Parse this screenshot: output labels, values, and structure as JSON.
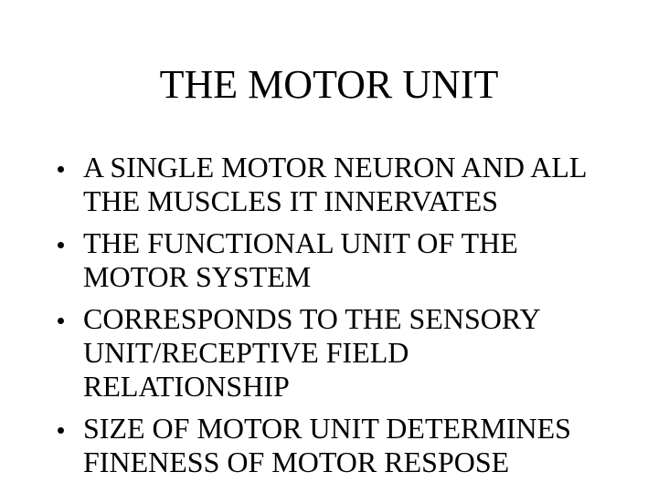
{
  "slide": {
    "title": "THE MOTOR UNIT",
    "bullets": [
      {
        "lines": [
          "A SINGLE MOTOR NEURON AND ALL",
          "THE MUSCLES IT INNERVATES"
        ]
      },
      {
        "lines": [
          "THE FUNCTIONAL UNIT OF THE",
          "MOTOR SYSTEM"
        ]
      },
      {
        "lines": [
          "CORRESPONDS TO THE SENSORY",
          "UNIT/RECEPTIVE FIELD",
          "RELATIONSHIP"
        ]
      },
      {
        "lines": [
          "SIZE OF MOTOR UNIT DETERMINES",
          "FINENESS OF MOTOR RESPOSE"
        ]
      }
    ],
    "colors": {
      "background": "#ffffff",
      "text": "#000000",
      "bullet": "#000000"
    }
  }
}
